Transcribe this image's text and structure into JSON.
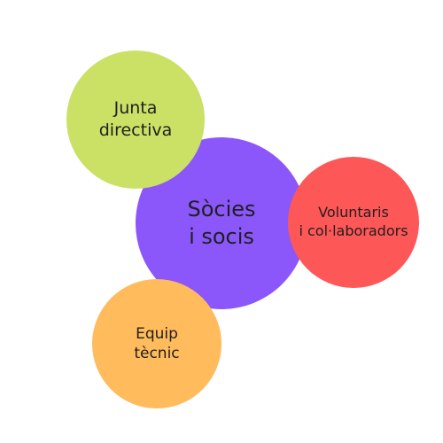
{
  "colors": {
    "main": "#8b57fb",
    "board": "#cae166",
    "volunteers": "#fe5758",
    "team": "#ffbb5c"
  },
  "circles": {
    "main": {
      "line1": "Sòcies",
      "line2": "i socis"
    },
    "board": {
      "line1": "Junta",
      "line2": "directiva"
    },
    "volunteers": {
      "line1": "Voluntaris",
      "line2": "i col·laboradors"
    },
    "team": {
      "line1": "Equip",
      "line2": "tècnic"
    }
  }
}
